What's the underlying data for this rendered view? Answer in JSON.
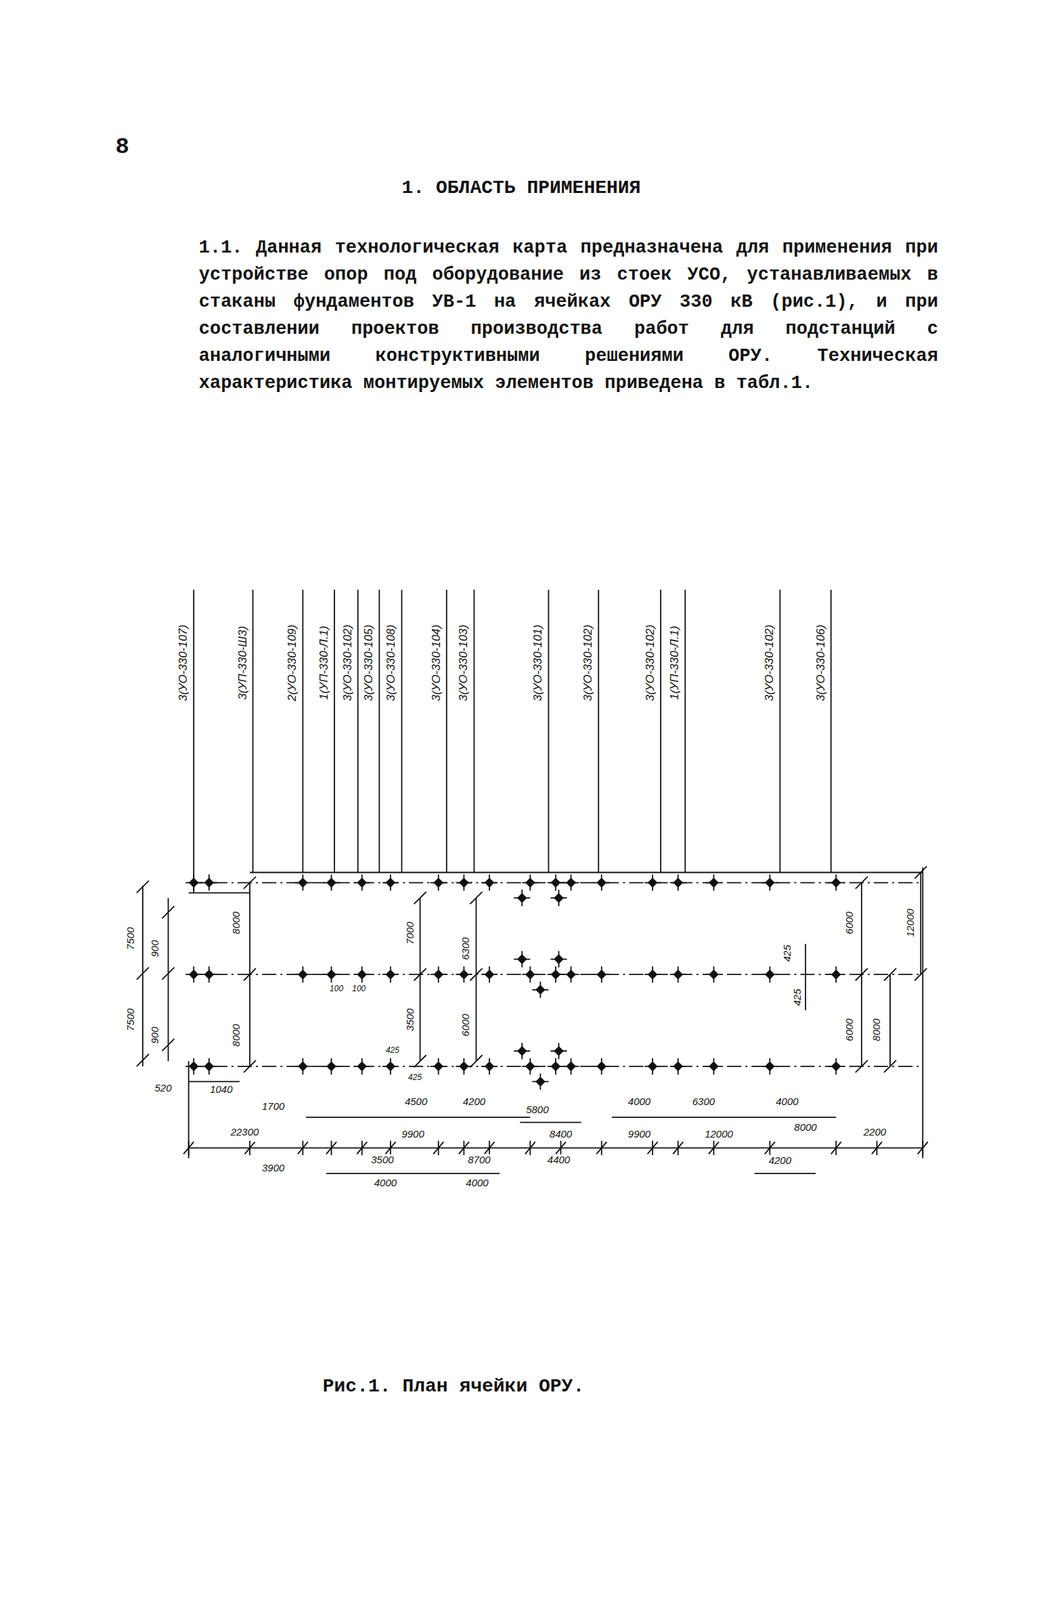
{
  "diagram": {
    "title": "1. ОБЛАСТЬ ПРИМЕНЕНИЯ",
    "caption": "Рис.1. План ячейки ОРУ.",
    "labels": [
      "8",
      "1.1. Данная технологическая карта предназначена для применения при устройстве опор под оборудование из стоек УСО, устанавливаемых в стаканы фундаментов УВ-1 на ячейках ОРУ 330 кВ (рис.1), и при составлении проектов производства работ для подстанций с аналогичными конструктивными решениями ОРУ. Техническая характеристика монтируемых элементов приведена в табл.1.",
      "3(УО-330-107)",
      "3(УП-330-Ш3)",
      "2(УО-330-109)",
      "1(УП-330-Л.1)",
      "3(УО-330-102)",
      "3(УО-330-105)",
      "3(УО-330-108)",
      "3(УО-330-104)",
      "3(УО-330-103)",
      "3(УО-330-101)",
      "3(УО-330-102)",
      "3(УО-330-102)",
      "1(УП-330-Л.1)",
      "3(УО-330-102)",
      "3(УО-330-106)",
      "7500",
      "900",
      "7500",
      "900",
      "520",
      "1040",
      "8000",
      "8000",
      "100",
      "100",
      "425",
      "425",
      "7000",
      "3500",
      "6300",
      "6000",
      "425",
      "425",
      "6000",
      "6000",
      "12000",
      "8000",
      "1700",
      "22300",
      "3900",
      "4500",
      "9900",
      "3500",
      "4000",
      "4200",
      "8700",
      "4000",
      "5800",
      "8400",
      "4400",
      "4000",
      "9900",
      "6300",
      "12000",
      "4000",
      "8000",
      "4200",
      "2200"
    ]
  }
}
